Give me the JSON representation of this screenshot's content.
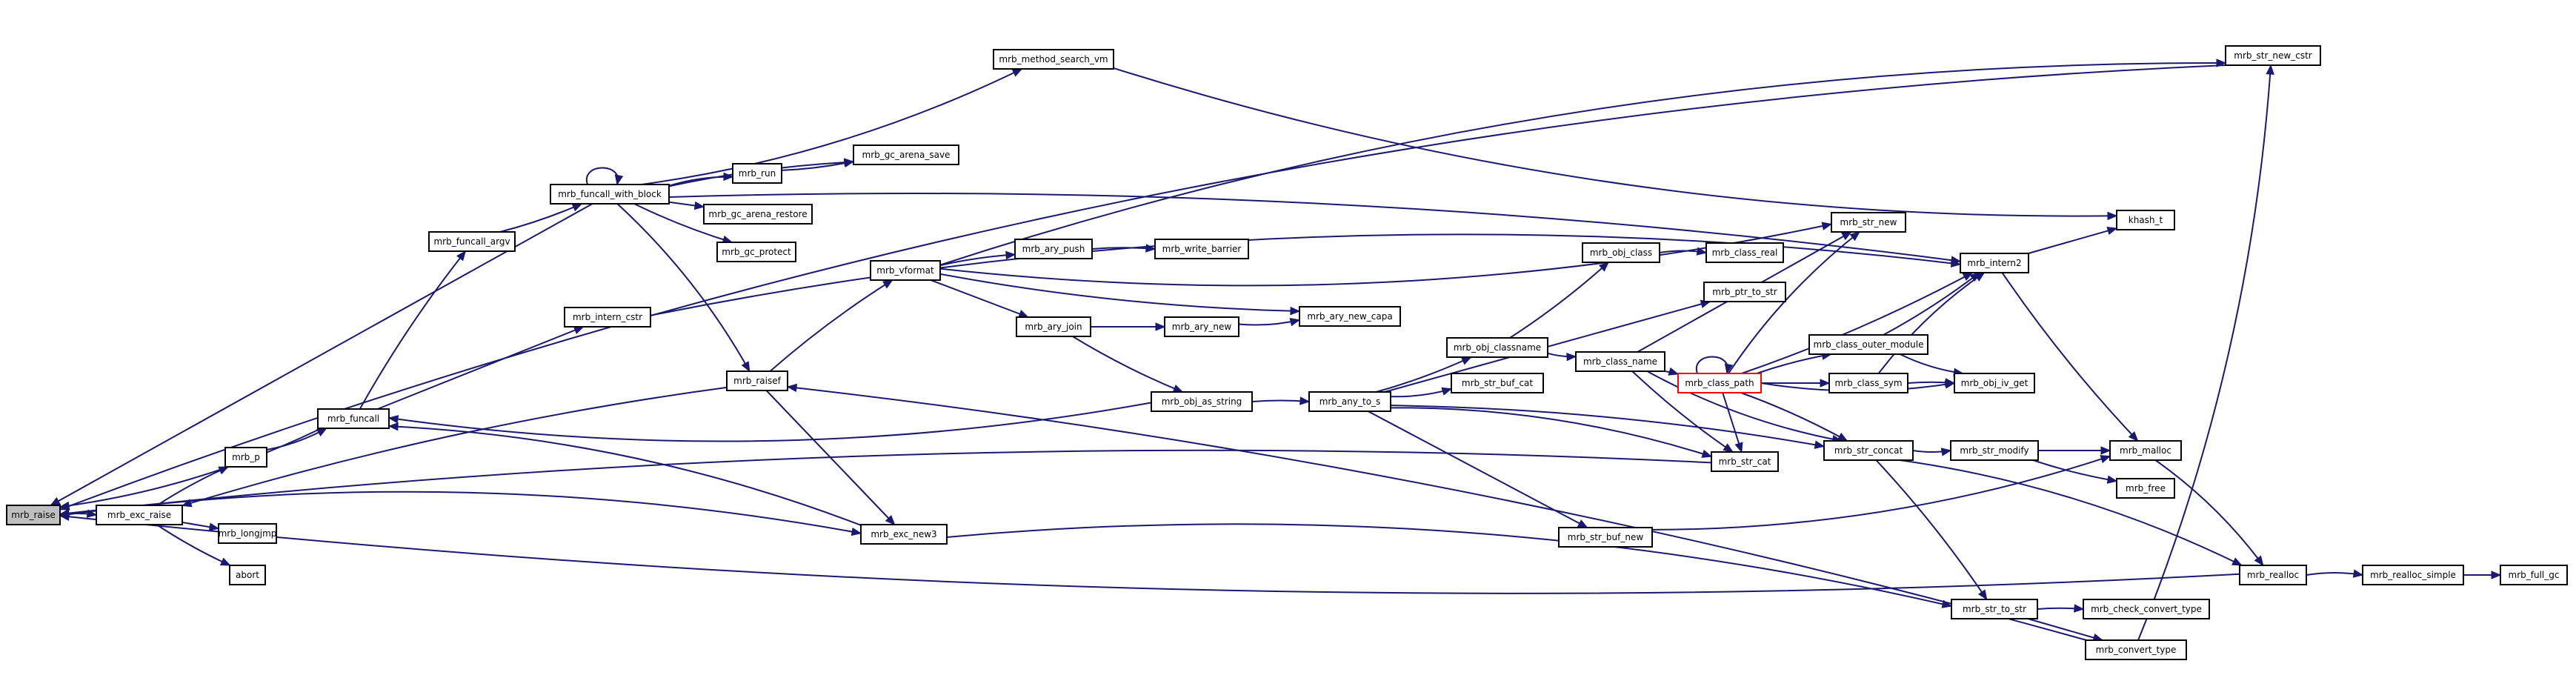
{
  "graph": {
    "colors": {
      "edge": "#191970",
      "node_border": "#000000",
      "root_fill": "#bfbfbf",
      "highlight_border": "#ff0000"
    },
    "nodes": [
      {
        "id": "mrb_raise",
        "label": "mrb_raise",
        "style": "root"
      },
      {
        "id": "mrb_exc_raise",
        "label": "mrb_exc_raise"
      },
      {
        "id": "mrb_p",
        "label": "mrb_p"
      },
      {
        "id": "mrb_longjmp",
        "label": "mrb_longjmp"
      },
      {
        "id": "abort",
        "label": "abort"
      },
      {
        "id": "mrb_funcall",
        "label": "mrb_funcall"
      },
      {
        "id": "mrb_funcall_argv",
        "label": "mrb_funcall_argv"
      },
      {
        "id": "mrb_funcall_with_block",
        "label": "mrb_funcall_with_block"
      },
      {
        "id": "mrb_intern_cstr",
        "label": "mrb_intern_cstr"
      },
      {
        "id": "mrb_run",
        "label": "mrb_run"
      },
      {
        "id": "mrb_gc_arena_save",
        "label": "mrb_gc_arena_save"
      },
      {
        "id": "mrb_gc_arena_restore",
        "label": "mrb_gc_arena_restore"
      },
      {
        "id": "mrb_gc_protect",
        "label": "mrb_gc_protect"
      },
      {
        "id": "mrb_method_search_vm",
        "label": "mrb_method_search_vm"
      },
      {
        "id": "mrb_raisef",
        "label": "mrb_raisef"
      },
      {
        "id": "mrb_exc_new3",
        "label": "mrb_exc_new3"
      },
      {
        "id": "mrb_vformat",
        "label": "mrb_vformat"
      },
      {
        "id": "mrb_ary_push",
        "label": "mrb_ary_push"
      },
      {
        "id": "mrb_write_barrier",
        "label": "mrb_write_barrier"
      },
      {
        "id": "mrb_ary_join",
        "label": "mrb_ary_join"
      },
      {
        "id": "mrb_ary_new",
        "label": "mrb_ary_new"
      },
      {
        "id": "mrb_ary_new_capa",
        "label": "mrb_ary_new_capa"
      },
      {
        "id": "mrb_obj_as_string",
        "label": "mrb_obj_as_string"
      },
      {
        "id": "mrb_any_to_s",
        "label": "mrb_any_to_s"
      },
      {
        "id": "mrb_obj_classname",
        "label": "mrb_obj_classname"
      },
      {
        "id": "mrb_str_buf_cat",
        "label": "mrb_str_buf_cat"
      },
      {
        "id": "mrb_obj_class",
        "label": "mrb_obj_class"
      },
      {
        "id": "mrb_class_real",
        "label": "mrb_class_real"
      },
      {
        "id": "mrb_class_name",
        "label": "mrb_class_name"
      },
      {
        "id": "mrb_ptr_to_str",
        "label": "mrb_ptr_to_str"
      },
      {
        "id": "mrb_str_new",
        "label": "mrb_str_new"
      },
      {
        "id": "mrb_class_path",
        "label": "mrb_class_path",
        "style": "red"
      },
      {
        "id": "mrb_class_outer_module",
        "label": "mrb_class_outer_module"
      },
      {
        "id": "mrb_class_sym",
        "label": "mrb_class_sym"
      },
      {
        "id": "mrb_intern2",
        "label": "mrb_intern2"
      },
      {
        "id": "mrb_obj_iv_get",
        "label": "mrb_obj_iv_get"
      },
      {
        "id": "mrb_str_cat",
        "label": "mrb_str_cat"
      },
      {
        "id": "mrb_str_concat",
        "label": "mrb_str_concat"
      },
      {
        "id": "mrb_str_buf_new",
        "label": "mrb_str_buf_new"
      },
      {
        "id": "mrb_str_modify",
        "label": "mrb_str_modify"
      },
      {
        "id": "mrb_malloc",
        "label": "mrb_malloc"
      },
      {
        "id": "mrb_free",
        "label": "mrb_free"
      },
      {
        "id": "mrb_str_to_str",
        "label": "mrb_str_to_str"
      },
      {
        "id": "mrb_check_convert_type",
        "label": "mrb_check_convert_type"
      },
      {
        "id": "mrb_convert_type",
        "label": "mrb_convert_type"
      },
      {
        "id": "mrb_realloc",
        "label": "mrb_realloc"
      },
      {
        "id": "mrb_realloc_simple",
        "label": "mrb_realloc_simple"
      },
      {
        "id": "mrb_full_gc",
        "label": "mrb_full_gc"
      },
      {
        "id": "khash_t",
        "label": "khash_t"
      },
      {
        "id": "mrb_str_new_cstr",
        "label": "mrb_str_new_cstr"
      }
    ],
    "edges": [
      [
        "mrb_raise",
        "mrb_exc_raise"
      ],
      [
        "mrb_exc_raise",
        "mrb_p"
      ],
      [
        "mrb_exc_raise",
        "mrb_longjmp"
      ],
      [
        "mrb_exc_raise",
        "abort"
      ],
      [
        "mrb_p",
        "mrb_funcall"
      ],
      [
        "mrb_funcall",
        "mrb_raise"
      ],
      [
        "mrb_funcall",
        "mrb_funcall_argv"
      ],
      [
        "mrb_funcall",
        "mrb_intern_cstr"
      ],
      [
        "mrb_funcall_argv",
        "mrb_funcall_with_block"
      ],
      [
        "mrb_funcall_with_block",
        "mrb_funcall_with_block"
      ],
      [
        "mrb_funcall_with_block",
        "mrb_run"
      ],
      [
        "mrb_funcall_with_block",
        "mrb_gc_arena_save"
      ],
      [
        "mrb_funcall_with_block",
        "mrb_gc_arena_restore"
      ],
      [
        "mrb_funcall_with_block",
        "mrb_gc_protect"
      ],
      [
        "mrb_funcall_with_block",
        "mrb_method_search_vm"
      ],
      [
        "mrb_funcall_with_block",
        "mrb_raisef"
      ],
      [
        "mrb_funcall_with_block",
        "mrb_intern2"
      ],
      [
        "mrb_funcall_with_block",
        "mrb_raise"
      ],
      [
        "mrb_run",
        "mrb_gc_arena_save"
      ],
      [
        "mrb_method_search_vm",
        "khash_t"
      ],
      [
        "mrb_intern_cstr",
        "mrb_intern2"
      ],
      [
        "mrb_raisef",
        "mrb_vformat"
      ],
      [
        "mrb_raisef",
        "mrb_exc_new3"
      ],
      [
        "mrb_raisef",
        "mrb_exc_raise"
      ],
      [
        "mrb_exc_new3",
        "mrb_funcall"
      ],
      [
        "mrb_exc_new3",
        "mrb_str_to_str"
      ],
      [
        "mrb_vformat",
        "mrb_ary_push"
      ],
      [
        "mrb_vformat",
        "mrb_ary_join"
      ],
      [
        "mrb_vformat",
        "mrb_ary_new_capa"
      ],
      [
        "mrb_vformat",
        "mrb_str_new"
      ],
      [
        "mrb_vformat",
        "mrb_str_new_cstr"
      ],
      [
        "mrb_ary_push",
        "mrb_write_barrier"
      ],
      [
        "mrb_ary_join",
        "mrb_ary_new"
      ],
      [
        "mrb_ary_join",
        "mrb_obj_as_string"
      ],
      [
        "mrb_ary_new",
        "mrb_ary_new_capa"
      ],
      [
        "mrb_obj_as_string",
        "mrb_funcall"
      ],
      [
        "mrb_obj_as_string",
        "mrb_any_to_s"
      ],
      [
        "mrb_any_to_s",
        "mrb_ptr_to_str"
      ],
      [
        "mrb_any_to_s",
        "mrb_obj_classname"
      ],
      [
        "mrb_any_to_s",
        "mrb_str_buf_cat"
      ],
      [
        "mrb_any_to_s",
        "mrb_str_cat"
      ],
      [
        "mrb_any_to_s",
        "mrb_str_concat"
      ],
      [
        "mrb_any_to_s",
        "mrb_str_buf_new"
      ],
      [
        "mrb_obj_classname",
        "mrb_obj_class"
      ],
      [
        "mrb_obj_classname",
        "mrb_class_name"
      ],
      [
        "mrb_obj_class",
        "mrb_class_real"
      ],
      [
        "mrb_class_name",
        "mrb_class_path"
      ],
      [
        "mrb_class_name",
        "mrb_str_new"
      ],
      [
        "mrb_class_name",
        "mrb_str_cat"
      ],
      [
        "mrb_class_name",
        "mrb_str_concat"
      ],
      [
        "mrb_class_path",
        "mrb_class_path"
      ],
      [
        "mrb_class_path",
        "mrb_class_outer_module"
      ],
      [
        "mrb_class_path",
        "mrb_class_sym"
      ],
      [
        "mrb_class_path",
        "mrb_intern2"
      ],
      [
        "mrb_class_path",
        "mrb_obj_iv_get"
      ],
      [
        "mrb_class_path",
        "mrb_str_new"
      ],
      [
        "mrb_class_path",
        "mrb_str_concat"
      ],
      [
        "mrb_class_path",
        "mrb_str_cat"
      ],
      [
        "mrb_class_outer_module",
        "mrb_intern2"
      ],
      [
        "mrb_class_outer_module",
        "mrb_obj_iv_get"
      ],
      [
        "mrb_class_sym",
        "mrb_intern2"
      ],
      [
        "mrb_class_sym",
        "mrb_obj_iv_get"
      ],
      [
        "mrb_intern2",
        "khash_t"
      ],
      [
        "mrb_intern2",
        "mrb_malloc"
      ],
      [
        "mrb_str_concat",
        "mrb_str_modify"
      ],
      [
        "mrb_str_concat",
        "mrb_realloc"
      ],
      [
        "mrb_str_concat",
        "mrb_str_to_str"
      ],
      [
        "mrb_str_modify",
        "mrb_malloc"
      ],
      [
        "mrb_str_modify",
        "mrb_free"
      ],
      [
        "mrb_str_buf_new",
        "mrb_malloc"
      ],
      [
        "mrb_malloc",
        "mrb_realloc"
      ],
      [
        "mrb_str_to_str",
        "mrb_check_convert_type"
      ],
      [
        "mrb_str_to_str",
        "mrb_convert_type"
      ],
      [
        "mrb_convert_type",
        "mrb_raisef"
      ],
      [
        "mrb_convert_type",
        "mrb_str_new_cstr"
      ],
      [
        "mrb_realloc",
        "mrb_realloc_simple"
      ],
      [
        "mrb_realloc",
        "mrb_raise"
      ],
      [
        "mrb_realloc_simple",
        "mrb_full_gc"
      ],
      [
        "mrb_str_cat",
        "mrb_raise"
      ],
      [
        "mrb_str_new_cstr",
        "mrb_raise"
      ],
      [
        "mrb_raise",
        "mrb_exc_new3"
      ]
    ]
  }
}
